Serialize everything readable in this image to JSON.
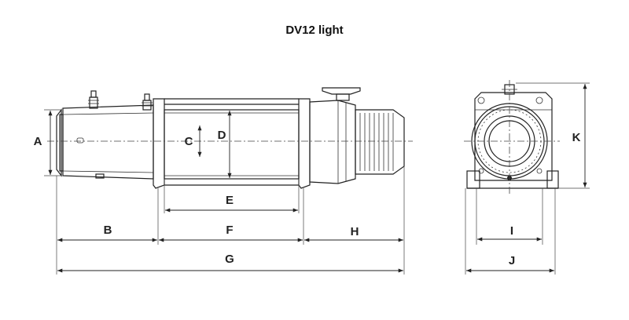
{
  "title": "DV12 light",
  "labels": {
    "A": "A",
    "B": "B",
    "C": "C",
    "D": "D",
    "E": "E",
    "F": "F",
    "G": "G",
    "H": "H",
    "I": "I",
    "J": "J",
    "K": "K"
  }
}
